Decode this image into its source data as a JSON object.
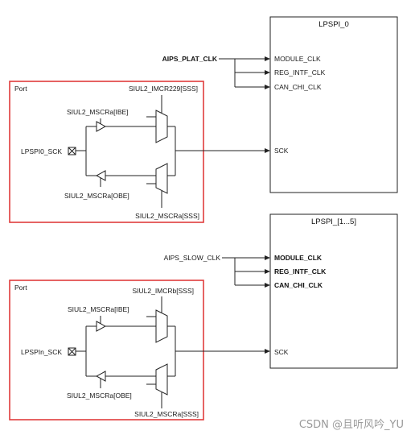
{
  "block0": {
    "title": "LPSPI_0",
    "clock_source": "AIPS_PLAT_CLK",
    "ports": [
      "MODULE_CLK",
      "REG_INTF_CLK",
      "CAN_CHI_CLK"
    ],
    "sck": "SCK"
  },
  "port0": {
    "title": "Port",
    "imcr": "SIUL2_IMCR229[SSS]",
    "ibe": "SIUL2_MSCRa[IBE]",
    "obe": "SIUL2_MSCRa[OBE]",
    "sss": "SIUL2_MSCRa[SSS]",
    "pin": "LPSPI0_SCK"
  },
  "block1": {
    "title": "LPSPI_[1...5]",
    "clock_source": "AIPS_SLOW_CLK",
    "ports": [
      "MODULE_CLK",
      "REG_INTF_CLK",
      "CAN_CHI_CLK"
    ],
    "sck": "SCK"
  },
  "port1": {
    "title": "Port",
    "imcr": "SIUL2_IMCRb[SSS]",
    "ibe": "SIUL2_MSCRa[IBE]",
    "obe": "SIUL2_MSCRa[OBE]",
    "sss": "SIUL2_MSCRa[SSS]",
    "pin": "LPSPIn_SCK"
  },
  "watermark": "CSDN @且听风吟_YU"
}
